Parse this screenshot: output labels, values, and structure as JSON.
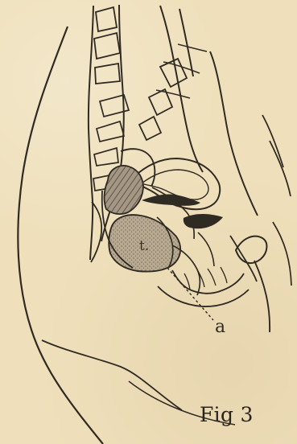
{
  "figure": {
    "label_t": "t.",
    "label_a": "a",
    "caption": "Fig 3"
  },
  "colors": {
    "paper": "#efe0bb",
    "ink": "#2f2a22",
    "shade": "#8c7d67",
    "hatch": "#5f5549"
  }
}
